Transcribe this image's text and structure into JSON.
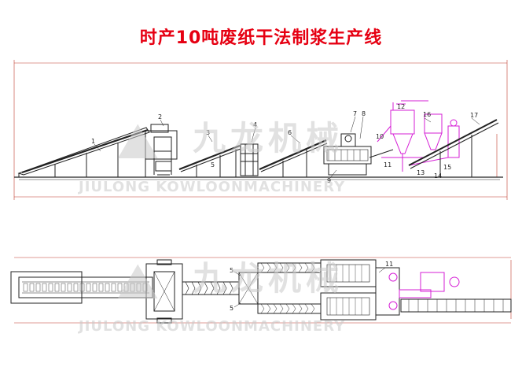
{
  "title": "时产10吨废纸干法制浆生产线",
  "watermark": {
    "brand_text": "JIULONG KOWLOONMACHINERY",
    "logo_chars": "九龙机械"
  },
  "side_view": {
    "callouts": [
      "1",
      "2",
      "3",
      "4",
      "5",
      "6",
      "7",
      "8",
      "9",
      "10",
      "11",
      "12",
      "13",
      "14",
      "15",
      "16",
      "17"
    ]
  },
  "top_view": {
    "callouts": [
      "5",
      "5",
      "11"
    ]
  },
  "colors": {
    "title": "#e60012",
    "line": "#222222",
    "accent_magenta": "#d61fd6",
    "dim_red": "#c0392b",
    "watermark": "#c9c9c9"
  }
}
